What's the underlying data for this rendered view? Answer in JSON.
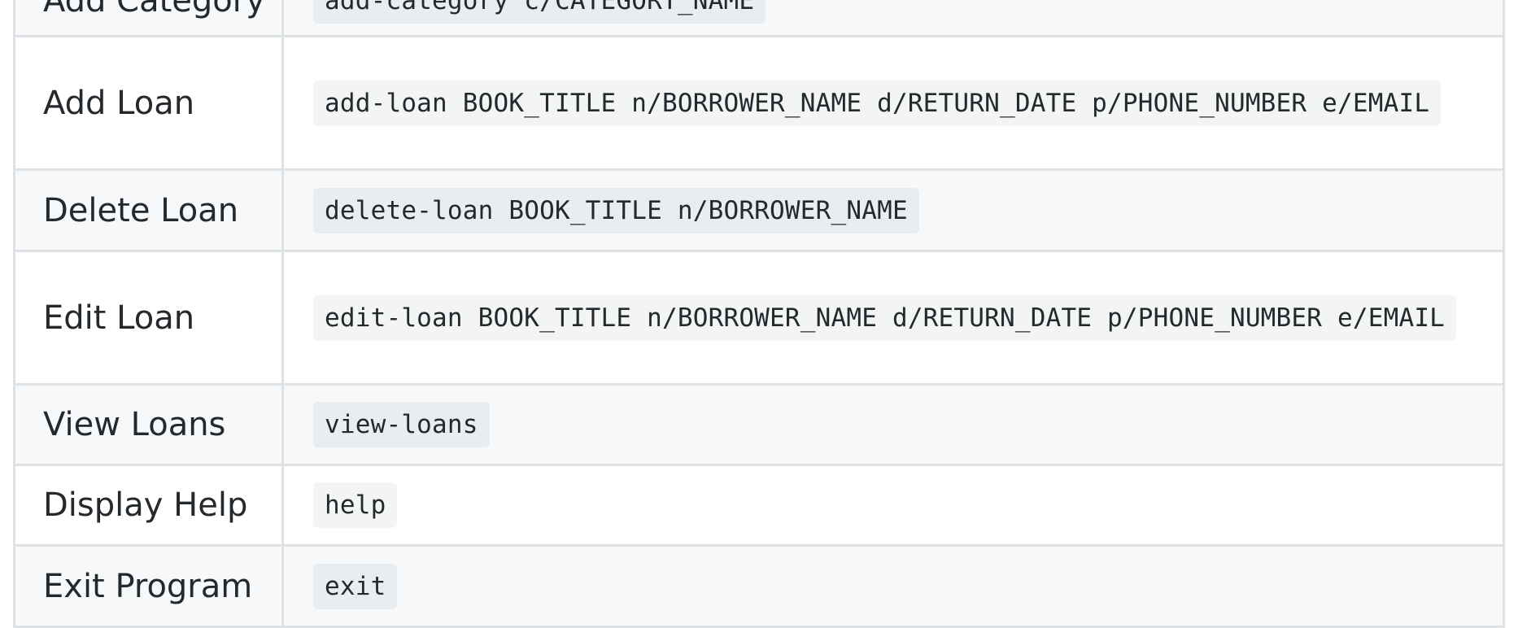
{
  "table": {
    "rows": [
      {
        "action": "Add Category",
        "format": "add-category c/CATEGORY_NAME"
      },
      {
        "action": "Add Loan",
        "format": "add-loan BOOK_TITLE n/BORROWER_NAME d/RETURN_DATE p/PHONE_NUMBER e/EMAIL"
      },
      {
        "action": "Delete Loan",
        "format": "delete-loan BOOK_TITLE n/BORROWER_NAME"
      },
      {
        "action": "Edit Loan",
        "format": "edit-loan BOOK_TITLE n/BORROWER_NAME d/RETURN_DATE p/PHONE_NUMBER e/EMAIL"
      },
      {
        "action": "View Loans",
        "format": "view-loans"
      },
      {
        "action": "Display Help",
        "format": "help"
      },
      {
        "action": "Exit Program",
        "format": "exit"
      }
    ]
  }
}
